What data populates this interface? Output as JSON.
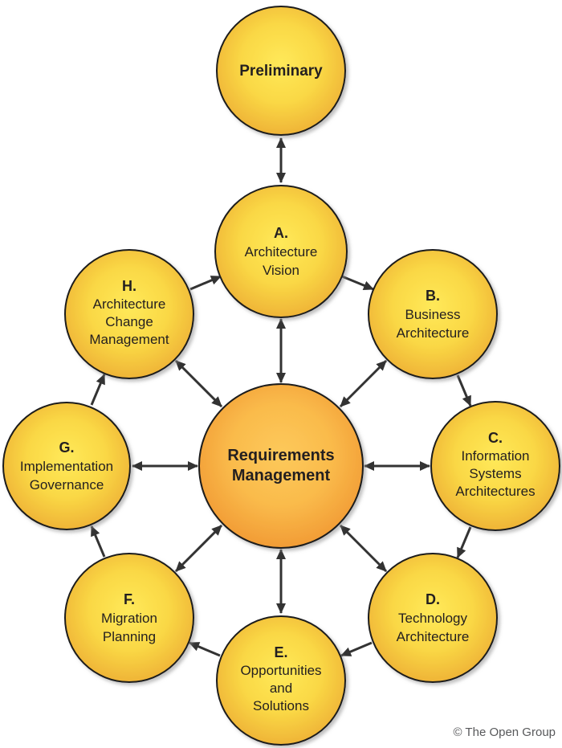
{
  "diagram": {
    "footer": "© The Open Group",
    "colors": {
      "phase_fill_light": "#FFE959",
      "phase_fill_mid": "#FAD845",
      "phase_fill_dark": "#EFB437",
      "hub_fill_light": "#FDC95B",
      "hub_fill_mid": "#FABB4B",
      "hub_fill_dark": "#F29D36",
      "outline": "#1A1A1A",
      "arrow": "#333333",
      "text": "#231F20",
      "footer_text": "#58595B"
    },
    "preliminary": {
      "label": "Preliminary"
    },
    "hub": {
      "lines": [
        "Requirements",
        "Management"
      ]
    },
    "phases": [
      {
        "letter": "A.",
        "lines": [
          "Architecture",
          "Vision"
        ]
      },
      {
        "letter": "B.",
        "lines": [
          "Business",
          "Architecture"
        ]
      },
      {
        "letter": "C.",
        "lines": [
          "Information",
          "Systems",
          "Architectures"
        ]
      },
      {
        "letter": "D.",
        "lines": [
          "Technology",
          "Architecture"
        ]
      },
      {
        "letter": "E.",
        "lines": [
          "Opportunities",
          "and",
          "Solutions"
        ]
      },
      {
        "letter": "F.",
        "lines": [
          "Migration",
          "Planning"
        ]
      },
      {
        "letter": "G.",
        "lines": [
          "Implementation",
          "Governance"
        ]
      },
      {
        "letter": "H.",
        "lines": [
          "Architecture",
          "Change",
          "Management"
        ]
      }
    ]
  }
}
